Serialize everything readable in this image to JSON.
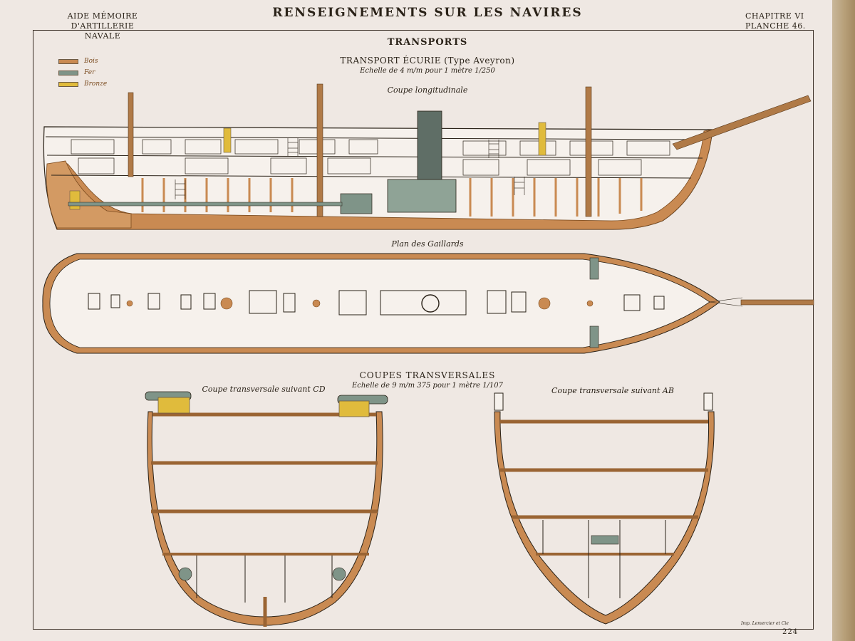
{
  "header": {
    "left_line1": "AIDE MÉMOIRE",
    "left_line2": "D'ARTILLERIE NAVALE",
    "title": "RENSEIGNEMENTS SUR LES NAVIRES",
    "chapter": "CHAPITRE VI",
    "plate": "PLANCHE 46."
  },
  "section_title": "TRANSPORTS",
  "ship_title": "TRANSPORT ÉCURIE (Type Aveyron)",
  "scale_longitudinal": "Echelle de 4 m/m pour 1 mètre 1/250",
  "legend": [
    {
      "label": "Bois",
      "color": "#c98a52"
    },
    {
      "label": "Fer",
      "color": "#7f9488"
    },
    {
      "label": "Bronze",
      "color": "#e0bb3c"
    }
  ],
  "captions": {
    "longitudinal": "Coupe longitudinale",
    "plan": "Plan des Gaillards",
    "transversal_heading": "COUPES TRANSVERSALES",
    "transversal_scale": "Echelle de 9 m/m 375 pour 1 mètre 1/107",
    "section_cd": "Coupe transversale suivant CD",
    "section_ab": "Coupe transversale suivant AB"
  },
  "footer": {
    "printer": "Imp. Lemercier et Cie",
    "page": "224"
  },
  "colors": {
    "wood": "#c98a52",
    "wood_dark": "#9a6433",
    "iron": "#7f9488",
    "bronze": "#e0bb3c",
    "ink": "#2a2218",
    "paper": "#efe8e3"
  }
}
